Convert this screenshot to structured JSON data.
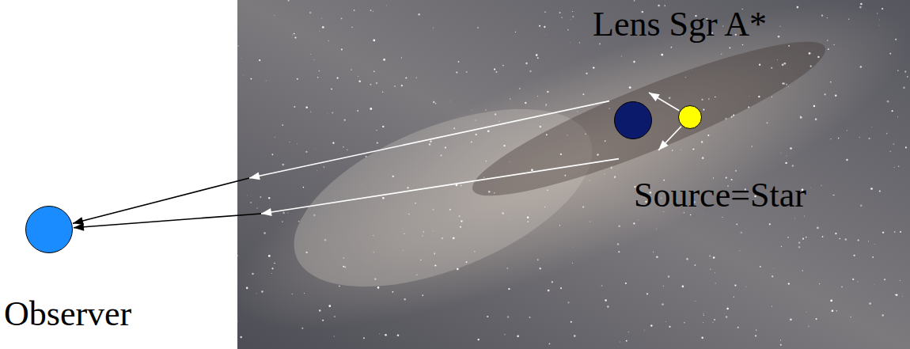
{
  "diagram": {
    "nodes": [
      {
        "text": [
          "Lens Sgr A*"
        ]
      },
      {
        "text": [
          "Source=Star"
        ]
      },
      {
        "text": [
          "Observer"
        ]
      }
    ],
    "edges": [
      {
        "from": 1,
        "to": 2,
        "arrow": "to"
      },
      {
        "from": 1,
        "to": 2,
        "arrow": "to"
      }
    ]
  }
}
